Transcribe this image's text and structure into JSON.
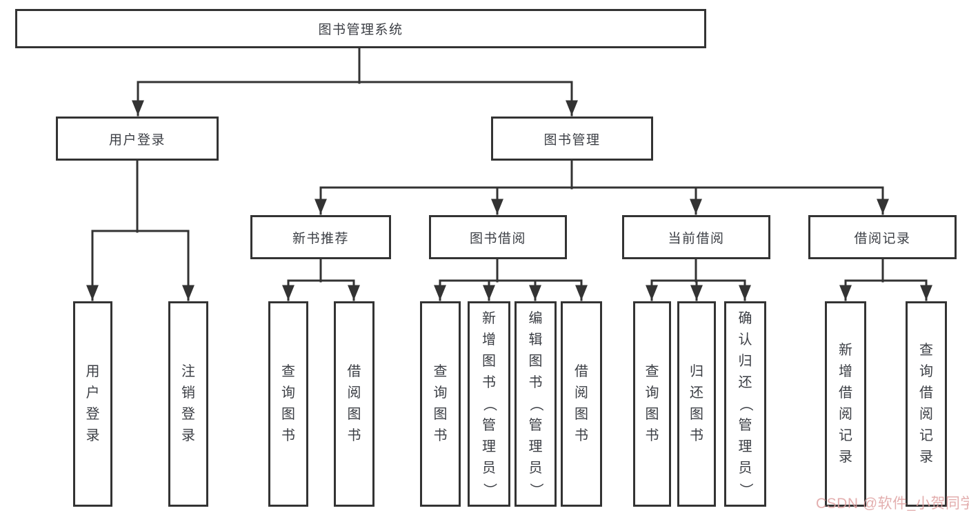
{
  "tree": {
    "label": "图书管理系统",
    "children": [
      {
        "label": "用户登录",
        "children": [
          {
            "label": "用户登录"
          },
          {
            "label": "注销登录"
          }
        ]
      },
      {
        "label": "图书管理",
        "children": [
          {
            "label": "新书推荐",
            "children": [
              {
                "label": "查询图书"
              },
              {
                "label": "借阅图书"
              }
            ]
          },
          {
            "label": "图书借阅",
            "children": [
              {
                "label": "查询图书"
              },
              {
                "label": "新增图书（管理员）"
              },
              {
                "label": "编辑图书（管理员）"
              },
              {
                "label": "借阅图书"
              }
            ]
          },
          {
            "label": "当前借阅",
            "children": [
              {
                "label": "查询图书"
              },
              {
                "label": "归还图书"
              },
              {
                "label": "确认归还（管理员）"
              }
            ]
          },
          {
            "label": "借阅记录",
            "children": [
              {
                "label": "新增借阅记录"
              },
              {
                "label": "查询借阅记录"
              }
            ]
          }
        ]
      }
    ]
  },
  "watermark": {
    "text": "CSDN @软件_小贺同学"
  },
  "colors": {
    "line": "#333333",
    "text": "#3b3e44",
    "watermark": "rgba(222,160,160,0.85)",
    "background": "#ffffff"
  }
}
